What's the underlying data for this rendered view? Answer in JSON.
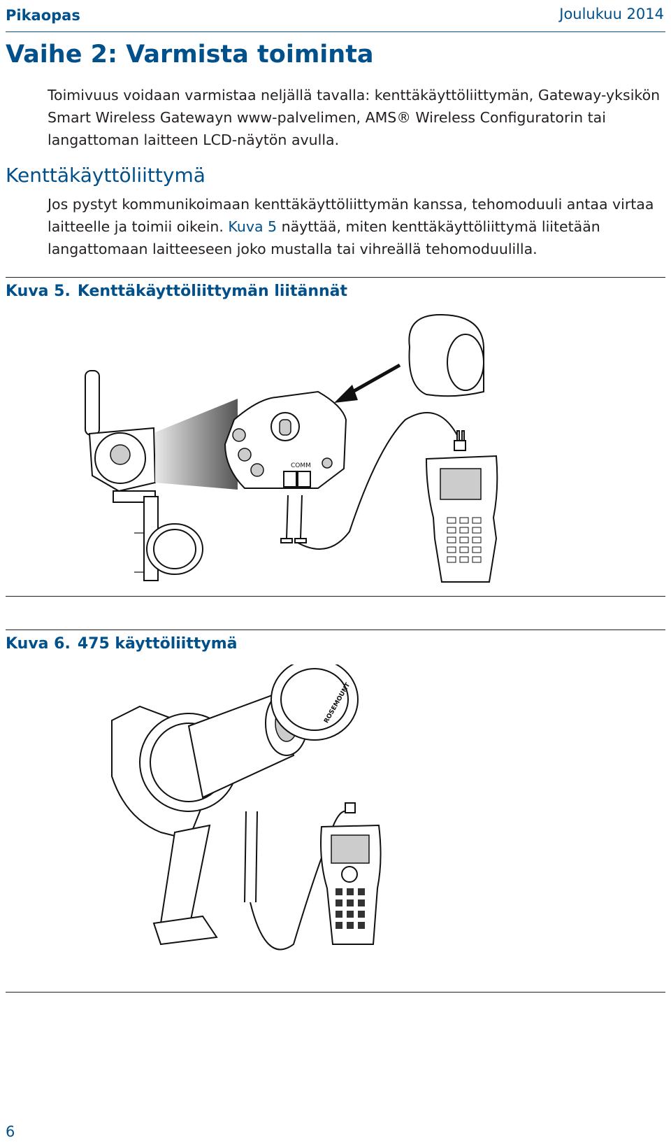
{
  "header": {
    "left": "Pikaopas",
    "right": "Joulukuu 2014"
  },
  "title": "Vaihe 2: Varmista toiminta",
  "intro": "Toimivuus voidaan varmistaa neljällä tavalla: kenttäkäyttöliittymän, Gateway-yksikön Smart Wireless Gatewayn www-palvelimen, AMS® Wireless Configuratorin tai langattoman laitteen LCD-näytön avulla.",
  "section": {
    "heading": "Kenttäkäyttöliittymä",
    "para_before": "Jos pystyt kommunikoimaan kenttäkäyttöliittymän kanssa, tehomoduuli antaa virtaa laitteelle ja toimii oikein. ",
    "para_link": "Kuva 5",
    "para_after": " näyttää, miten kenttäkäyttöliittymä liitetään langattomaan laitteeseen joko mustalla tai vihreällä tehomoduulilla."
  },
  "figure5": {
    "number": "Kuva 5.",
    "caption": "Kenttäkäyttöliittymän liitännät",
    "label_comm": "COMM"
  },
  "figure6": {
    "number": "Kuva 6.",
    "caption": "475 käyttöliittymä",
    "label_brand": "ROSEMOUNT"
  },
  "page_number": "6"
}
